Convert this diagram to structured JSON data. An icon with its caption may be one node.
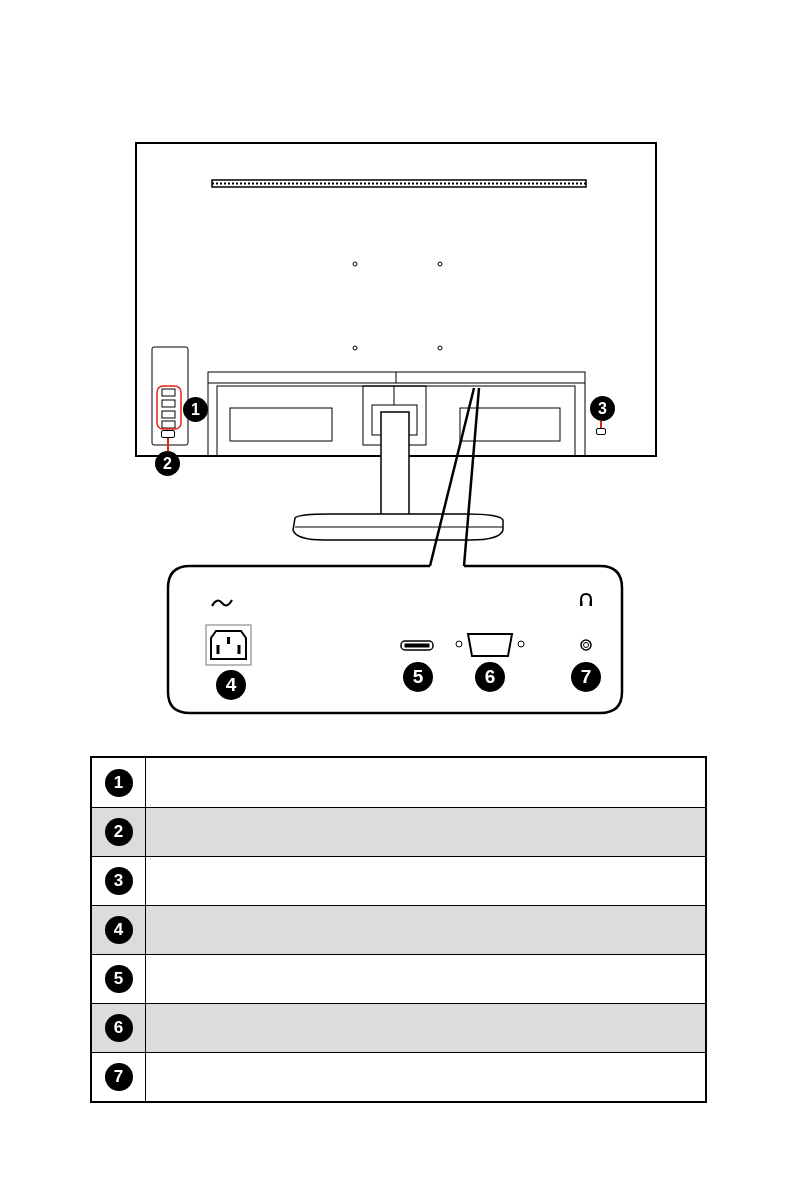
{
  "diagram": {
    "nodes": [
      {
        "text": [
          "1"
        ]
      },
      {
        "text": [
          "3"
        ]
      },
      {
        "text": [
          "2"
        ]
      },
      {
        "text": [
          "4"
        ]
      },
      {
        "text": [
          "5"
        ]
      },
      {
        "text": [
          "6"
        ]
      },
      {
        "text": [
          "7"
        ]
      },
      {
        "text": [],
        "shape": "box"
      },
      {
        "text": [],
        "shape": "box"
      },
      {
        "text": [
          "1"
        ]
      },
      {
        "text": [
          "2"
        ]
      },
      {
        "text": [
          "3"
        ]
      },
      {
        "text": [
          "4"
        ]
      },
      {
        "text": [
          "5"
        ]
      },
      {
        "text": [
          "6"
        ]
      },
      {
        "text": [
          "7"
        ]
      }
    ],
    "edges": [
      {
        "from": 2,
        "to": 7,
        "arrow": "none",
        "color": "#e2231a"
      },
      {
        "from": 1,
        "to": 8,
        "arrow": "none",
        "color": "#e2231a"
      }
    ]
  }
}
